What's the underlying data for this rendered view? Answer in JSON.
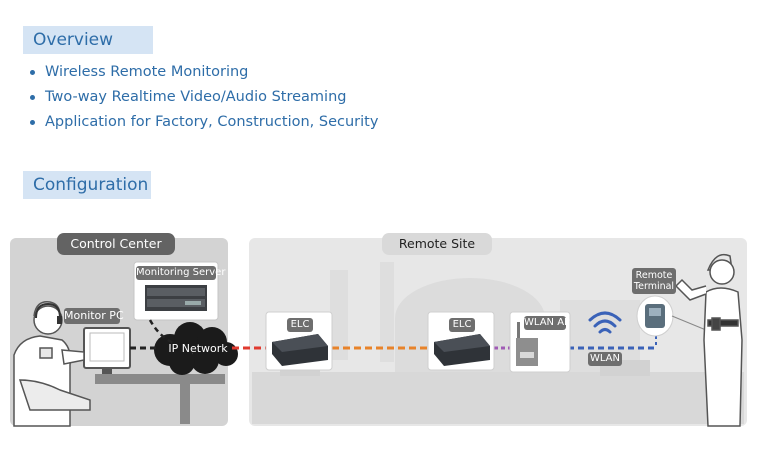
{
  "overview": {
    "title": "Overview",
    "items": [
      "Wireless Remote Monitoring",
      "Two-way Realtime Video/Audio Streaming",
      "Application for Factory, Construction, Security"
    ]
  },
  "configuration": {
    "title": "Configuration",
    "control_center": "Control Center",
    "remote_site": "Remote Site",
    "monitoring_server": "Monitoring Server",
    "monitor_pc": "Monitor PC",
    "ip_network": "IP Network",
    "elc_1": "ELC",
    "elc_2": "ELC",
    "wlan_ap": "WLAN AP",
    "wlan": "WLAN",
    "remote_terminal_line1": "Remote",
    "remote_terminal_line2": "Terminal"
  },
  "colors": {
    "accent_text": "#2e6da8",
    "section_bg": "#d5e4f4",
    "link_red": "#e03a2f",
    "link_orange": "#e8832a",
    "link_purple": "#a05bb5",
    "link_blue": "#3a62b8"
  }
}
